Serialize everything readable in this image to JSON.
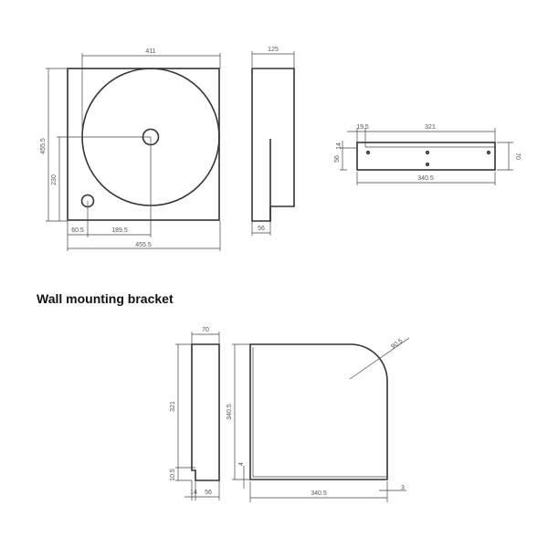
{
  "section_title": "Wall mounting bracket",
  "basin_top_view": {
    "width_bowl": "411",
    "height": "455.5",
    "drain_height": "230",
    "tap_offset": "60.5",
    "drain_offset": "189.5",
    "width": "455.5"
  },
  "basin_side_view": {
    "depth": "125",
    "base_depth": "56"
  },
  "bracket_top_view": {
    "offset": "19.5",
    "span": "321",
    "lip": "14",
    "depth_inner": "56",
    "depth": "70",
    "length": "340.5"
  },
  "bracket_side_view": {
    "depth": "70",
    "height": "321",
    "notch_height": "10.5",
    "lip": "14",
    "base": "56"
  },
  "bracket_front_view": {
    "height": "340.5",
    "thickness_v": "4",
    "width": "340.5",
    "thickness_h": "3",
    "radius": "90.5"
  }
}
